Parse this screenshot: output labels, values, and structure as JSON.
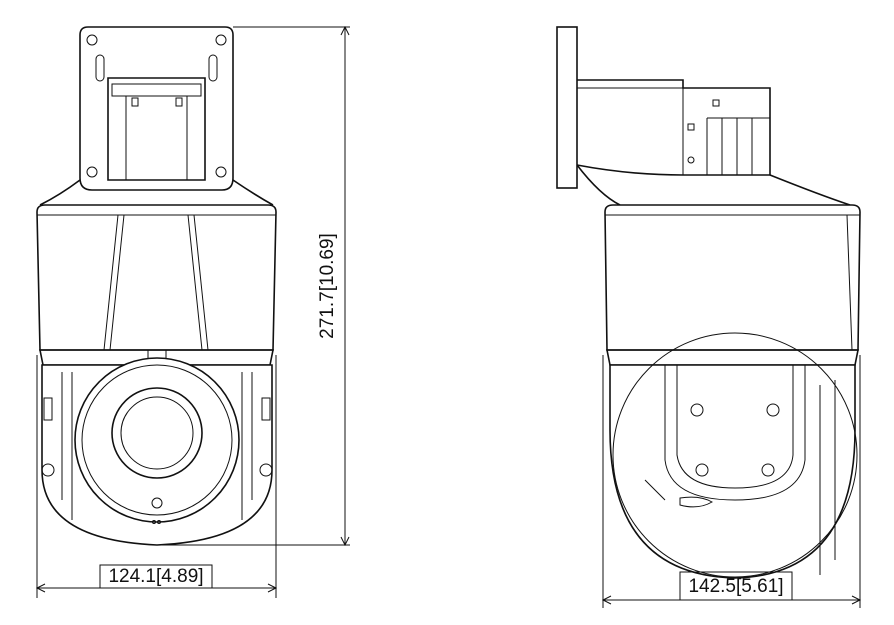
{
  "dimensions": {
    "height": "271.7[10.69]",
    "front_width": "124.1[4.89]",
    "side_width": "142.5[5.61]"
  },
  "views": [
    "front-view",
    "side-view"
  ]
}
